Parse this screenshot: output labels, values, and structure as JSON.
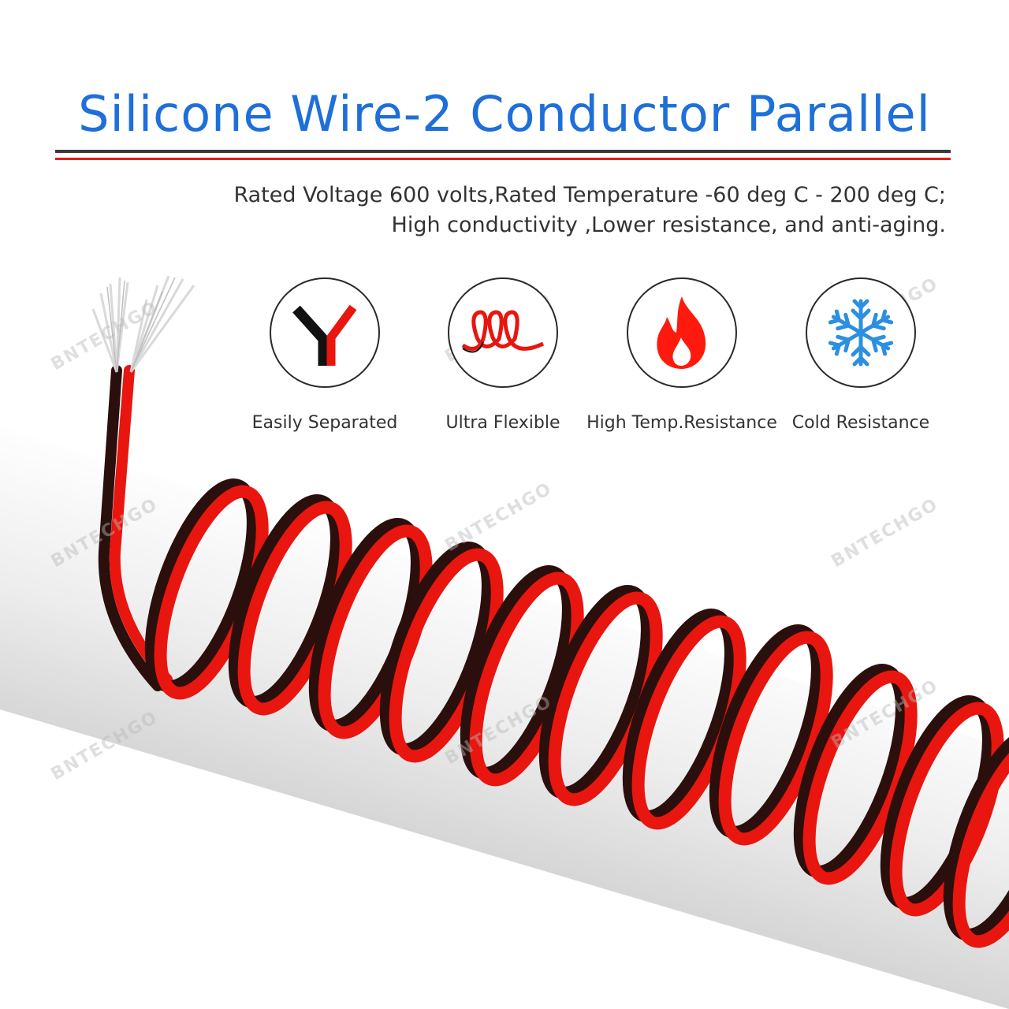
{
  "title": "Silicone Wire-2 Conductor Parallel",
  "specs": {
    "line1": "Rated Voltage 600 volts,Rated Temperature -60 deg C - 200 deg C;",
    "line2": "High conductivity ,Lower resistance, and anti-aging."
  },
  "features": [
    {
      "label": "Easily Separated",
      "icon": "split-wire-icon"
    },
    {
      "label": "Ultra Flexible",
      "icon": "coiled-wire-icon"
    },
    {
      "label": "High Temp.Resistance",
      "icon": "flame-icon"
    },
    {
      "label": "Cold Resistance",
      "icon": "snowflake-icon"
    }
  ],
  "watermark": "BNTECHGO",
  "colors": {
    "title": "#1e6fd9",
    "wire_red": "#e8160f",
    "wire_black": "#2b0f0c",
    "snowflake": "#2d8fe0"
  }
}
